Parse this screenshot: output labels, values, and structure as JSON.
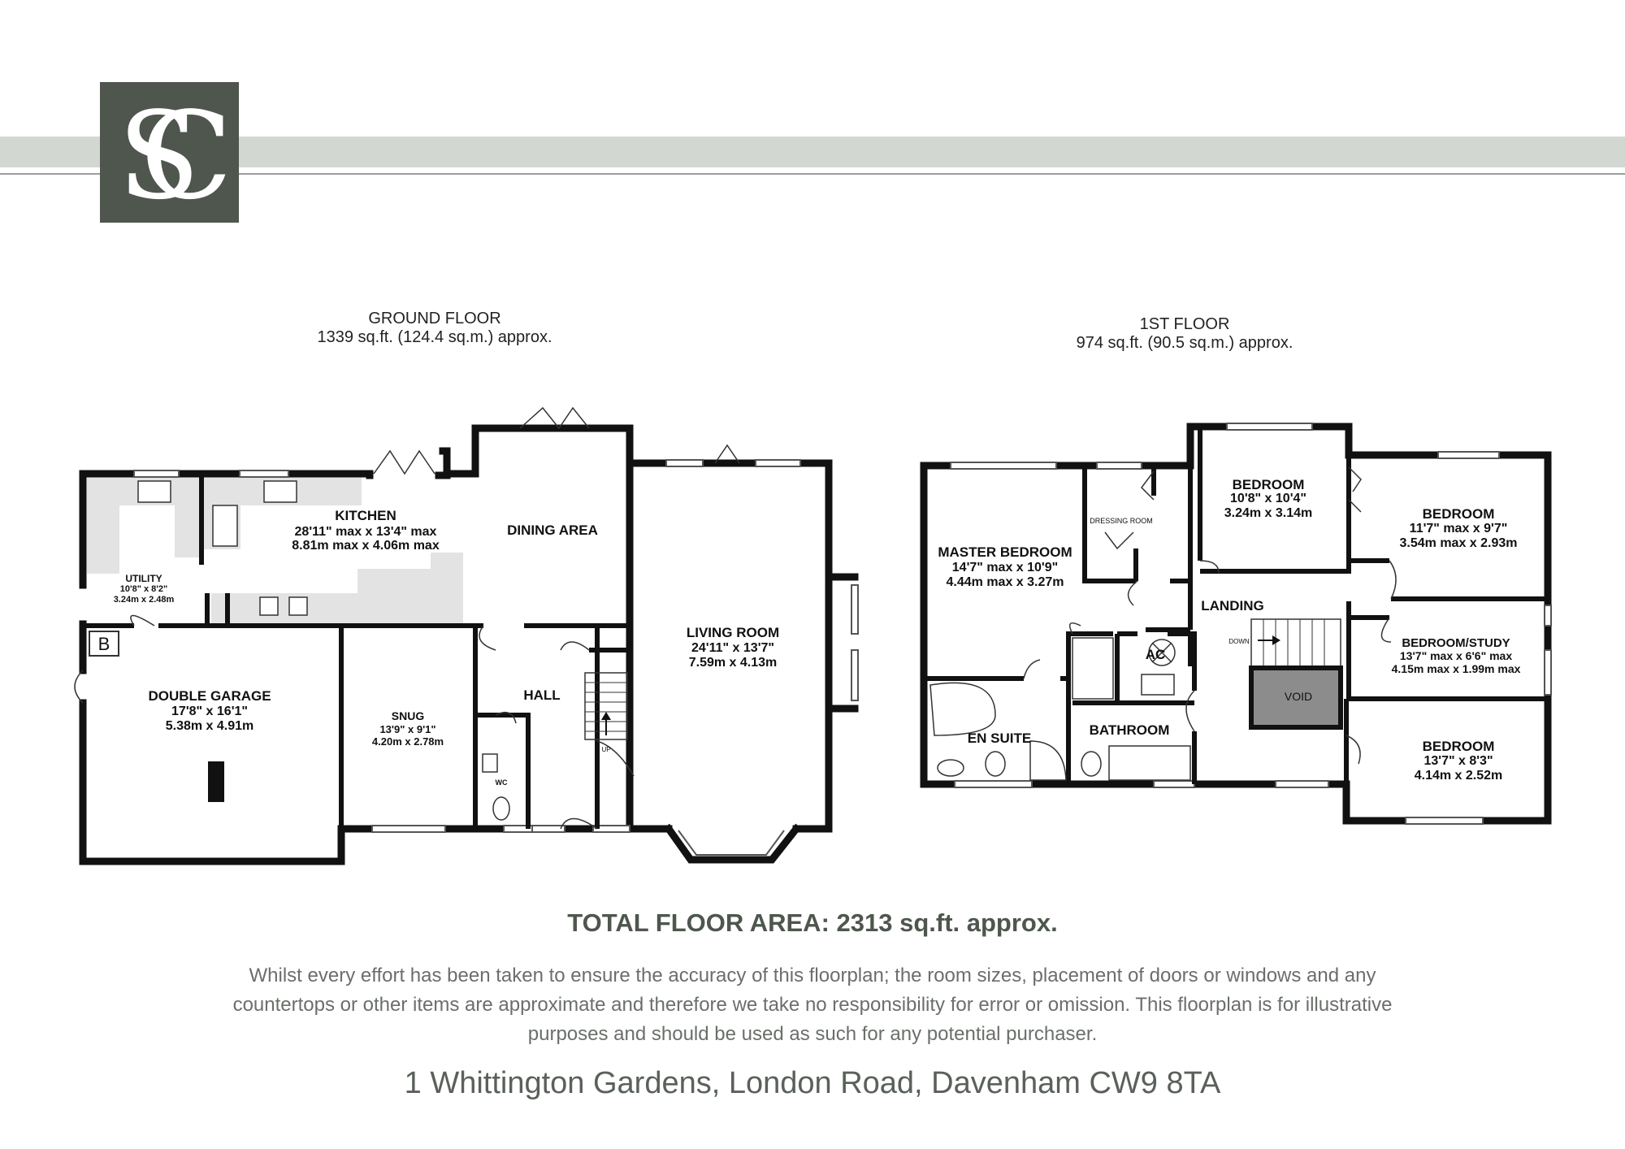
{
  "brand": {
    "monogram": "SC",
    "logo_color": "#4e564e",
    "band_color": "#d3d7d2"
  },
  "ground_floor": {
    "title": "GROUND FLOOR",
    "area": "1339 sq.ft. (124.4 sq.m.) approx.",
    "rooms": [
      {
        "name": "KITCHEN",
        "dims": [
          "28'11\" max x 13'4\" max",
          "8.81m max x 4.06m max"
        ]
      },
      {
        "name": "DINING AREA",
        "dims": []
      },
      {
        "name": "UTILITY",
        "dims": [
          "10'8\" x 8'2\"",
          "3.24m x 2.48m"
        ]
      },
      {
        "name": "DOUBLE GARAGE",
        "dims": [
          "17'8\" x 16'1\"",
          "5.38m x 4.91m"
        ]
      },
      {
        "name": "SNUG",
        "dims": [
          "13'9\" x 9'1\"",
          "4.20m x 2.78m"
        ]
      },
      {
        "name": "HALL",
        "dims": []
      },
      {
        "name": "WC",
        "dims": []
      },
      {
        "name": "LIVING ROOM",
        "dims": [
          "24'11\" x 13'7\"",
          "7.59m x 4.13m"
        ]
      }
    ],
    "labels": {
      "boiler": "B",
      "stairs": "UP"
    }
  },
  "first_floor": {
    "title": "1ST FLOOR",
    "area": "974 sq.ft. (90.5 sq.m.) approx.",
    "rooms": [
      {
        "name": "MASTER BEDROOM",
        "dims": [
          "14'7\" max x 10'9\"",
          "4.44m max x 3.27m"
        ]
      },
      {
        "name": "DRESSING ROOM",
        "dims": []
      },
      {
        "name": "BEDROOM",
        "dims": [
          "10'8\" x 10'4\"",
          "3.24m x 3.14m"
        ]
      },
      {
        "name": "BEDROOM",
        "dims": [
          "11'7\" max x 9'7\"",
          "3.54m max x 2.93m"
        ]
      },
      {
        "name": "LANDING",
        "dims": []
      },
      {
        "name": "BEDROOM/STUDY",
        "dims": [
          "13'7\" max x 6'6\" max",
          "4.15m max x 1.99m max"
        ]
      },
      {
        "name": "EN SUITE",
        "dims": []
      },
      {
        "name": "BATHROOM",
        "dims": []
      },
      {
        "name": "BEDROOM",
        "dims": [
          "13'7\" x 8'3\"",
          "4.14m x 2.52m"
        ]
      }
    ],
    "labels": {
      "airing": "AC",
      "stairs": "DOWN",
      "void": "VOID"
    }
  },
  "total_area": "TOTAL FLOOR AREA: 2313 sq.ft. approx.",
  "disclaimer": "Whilst every effort has been taken to ensure the accuracy of this floorplan; the room sizes, placement of doors or windows and any countertops or other items are approximate and therefore we take no responsibility for error or omission. This floorplan is for illustrative purposes and should be used as such for any potential purchaser.",
  "address": "1 Whittington Gardens, London Road, Davenham CW9 8TA"
}
